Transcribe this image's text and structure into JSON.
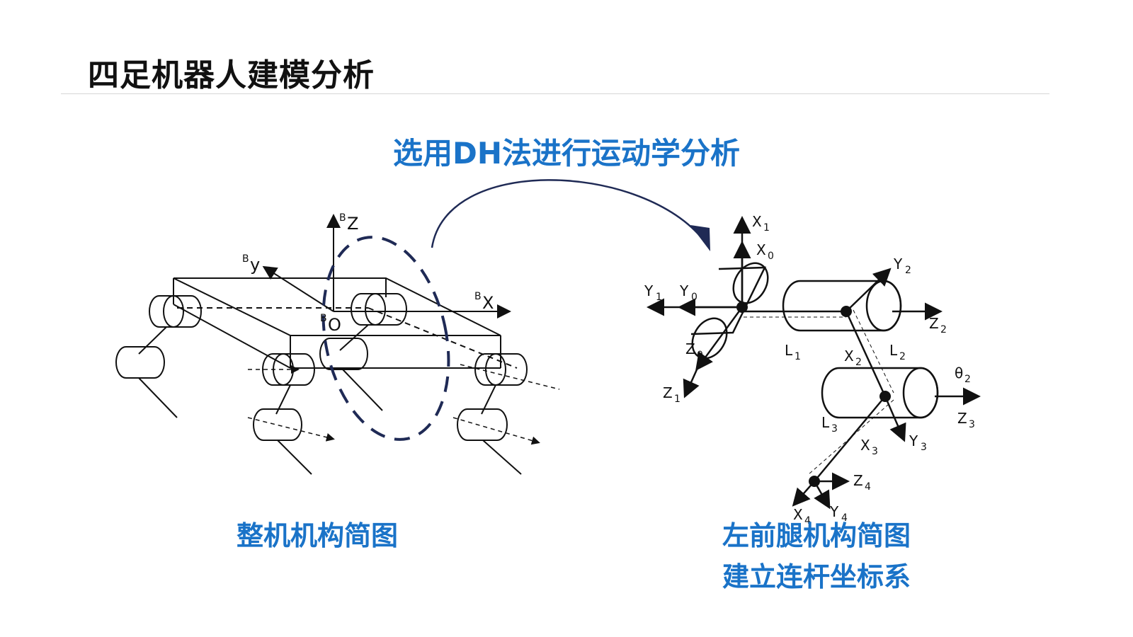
{
  "slide": {
    "title": "四足机器人建模分析",
    "subtitle": "选用DH法进行运动学分析"
  },
  "left_figure": {
    "caption": "整机机构简图",
    "axes": {
      "z": "Z",
      "y": "y",
      "x": "X",
      "origin": "O",
      "frame_superscript": "B"
    }
  },
  "right_figure": {
    "caption_line1": "左前腿机构简图",
    "caption_line2": "建立连杆坐标系",
    "frames": [
      {
        "axis": "X",
        "index": "1"
      },
      {
        "axis": "X",
        "index": "0"
      },
      {
        "axis": "Y",
        "index": "1"
      },
      {
        "axis": "Y",
        "index": "0"
      },
      {
        "axis": "Z",
        "index": "0"
      },
      {
        "axis": "Z",
        "index": "1"
      },
      {
        "axis": "Y",
        "index": "2"
      },
      {
        "axis": "Z",
        "index": "2"
      },
      {
        "axis": "X",
        "index": "2"
      },
      {
        "axis": "θ",
        "index": "2"
      },
      {
        "axis": "Z",
        "index": "3"
      },
      {
        "axis": "X",
        "index": "3"
      },
      {
        "axis": "Y",
        "index": "3"
      },
      {
        "axis": "Z",
        "index": "4"
      },
      {
        "axis": "X",
        "index": "4"
      },
      {
        "axis": "Y",
        "index": "4"
      }
    ],
    "links": [
      {
        "name": "L",
        "index": "1"
      },
      {
        "name": "L",
        "index": "2"
      },
      {
        "name": "L",
        "index": "3"
      }
    ]
  },
  "colors": {
    "title": "#111111",
    "accent": "#1a73c8",
    "highlight": "#1f2a55",
    "rule": "#d6d6d6"
  }
}
